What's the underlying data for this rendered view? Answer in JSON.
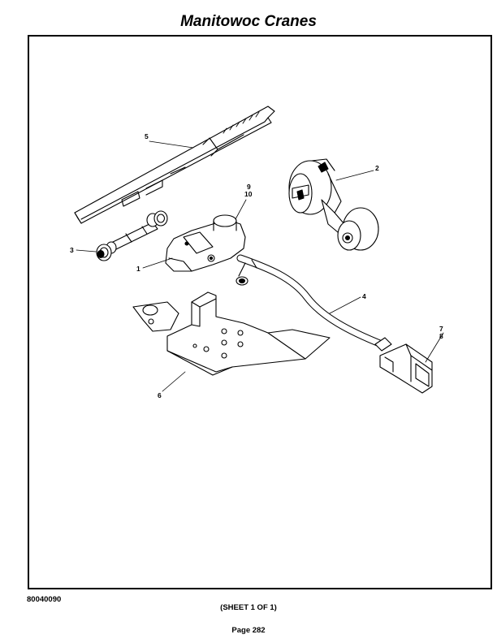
{
  "header": {
    "title": "Manitowoc Cranes"
  },
  "diagram": {
    "callouts": {
      "c1": "1",
      "c2": "2",
      "c3": "3",
      "c4": "4",
      "c5": "5",
      "c6": "6",
      "c7": "7",
      "c8": "8",
      "c9": "9",
      "c10": "10"
    }
  },
  "footer": {
    "document_number": "80040090",
    "sheet": "(SHEET 1 OF 1)",
    "page": "Page 282"
  }
}
